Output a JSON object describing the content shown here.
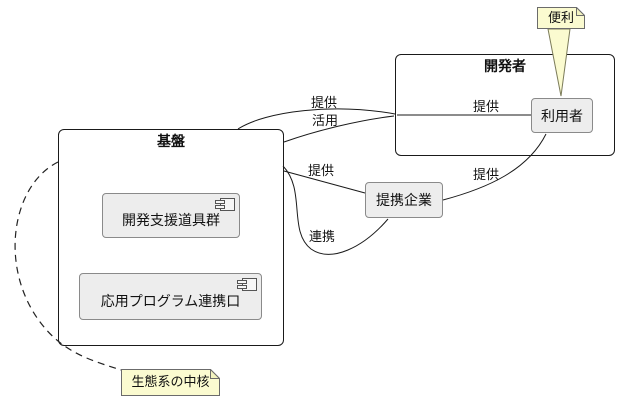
{
  "nodes": {
    "foundation": {
      "title": "基盤"
    },
    "developer": {
      "title": "開発者"
    },
    "user": {
      "label": "利用者"
    },
    "partner": {
      "label": "提携企業"
    },
    "dev_tools": {
      "label": "開発支援道具群"
    },
    "api_gateway": {
      "label": "応用プログラム連携口"
    }
  },
  "notes": {
    "benri": {
      "text": "便利"
    },
    "core": {
      "text": "生態系の中核"
    }
  },
  "edges": {
    "foundation_to_developer": {
      "label": "提供"
    },
    "developer_to_foundation": {
      "label": "活用"
    },
    "foundation_to_user": {
      "label": "提供"
    },
    "foundation_to_partner": {
      "label": "提供"
    },
    "partner_to_user": {
      "label": "提供"
    },
    "foundation_partner_link": {
      "label": "連携"
    }
  },
  "colors": {
    "background": "#ffffff",
    "node_fill": "#ededed",
    "node_border": "#8a8a8a",
    "container_border": "#1a1a1a",
    "note_fill": "#fbfbd0",
    "note_border": "#6b6b6b",
    "edge_line": "#1a1a1a"
  }
}
